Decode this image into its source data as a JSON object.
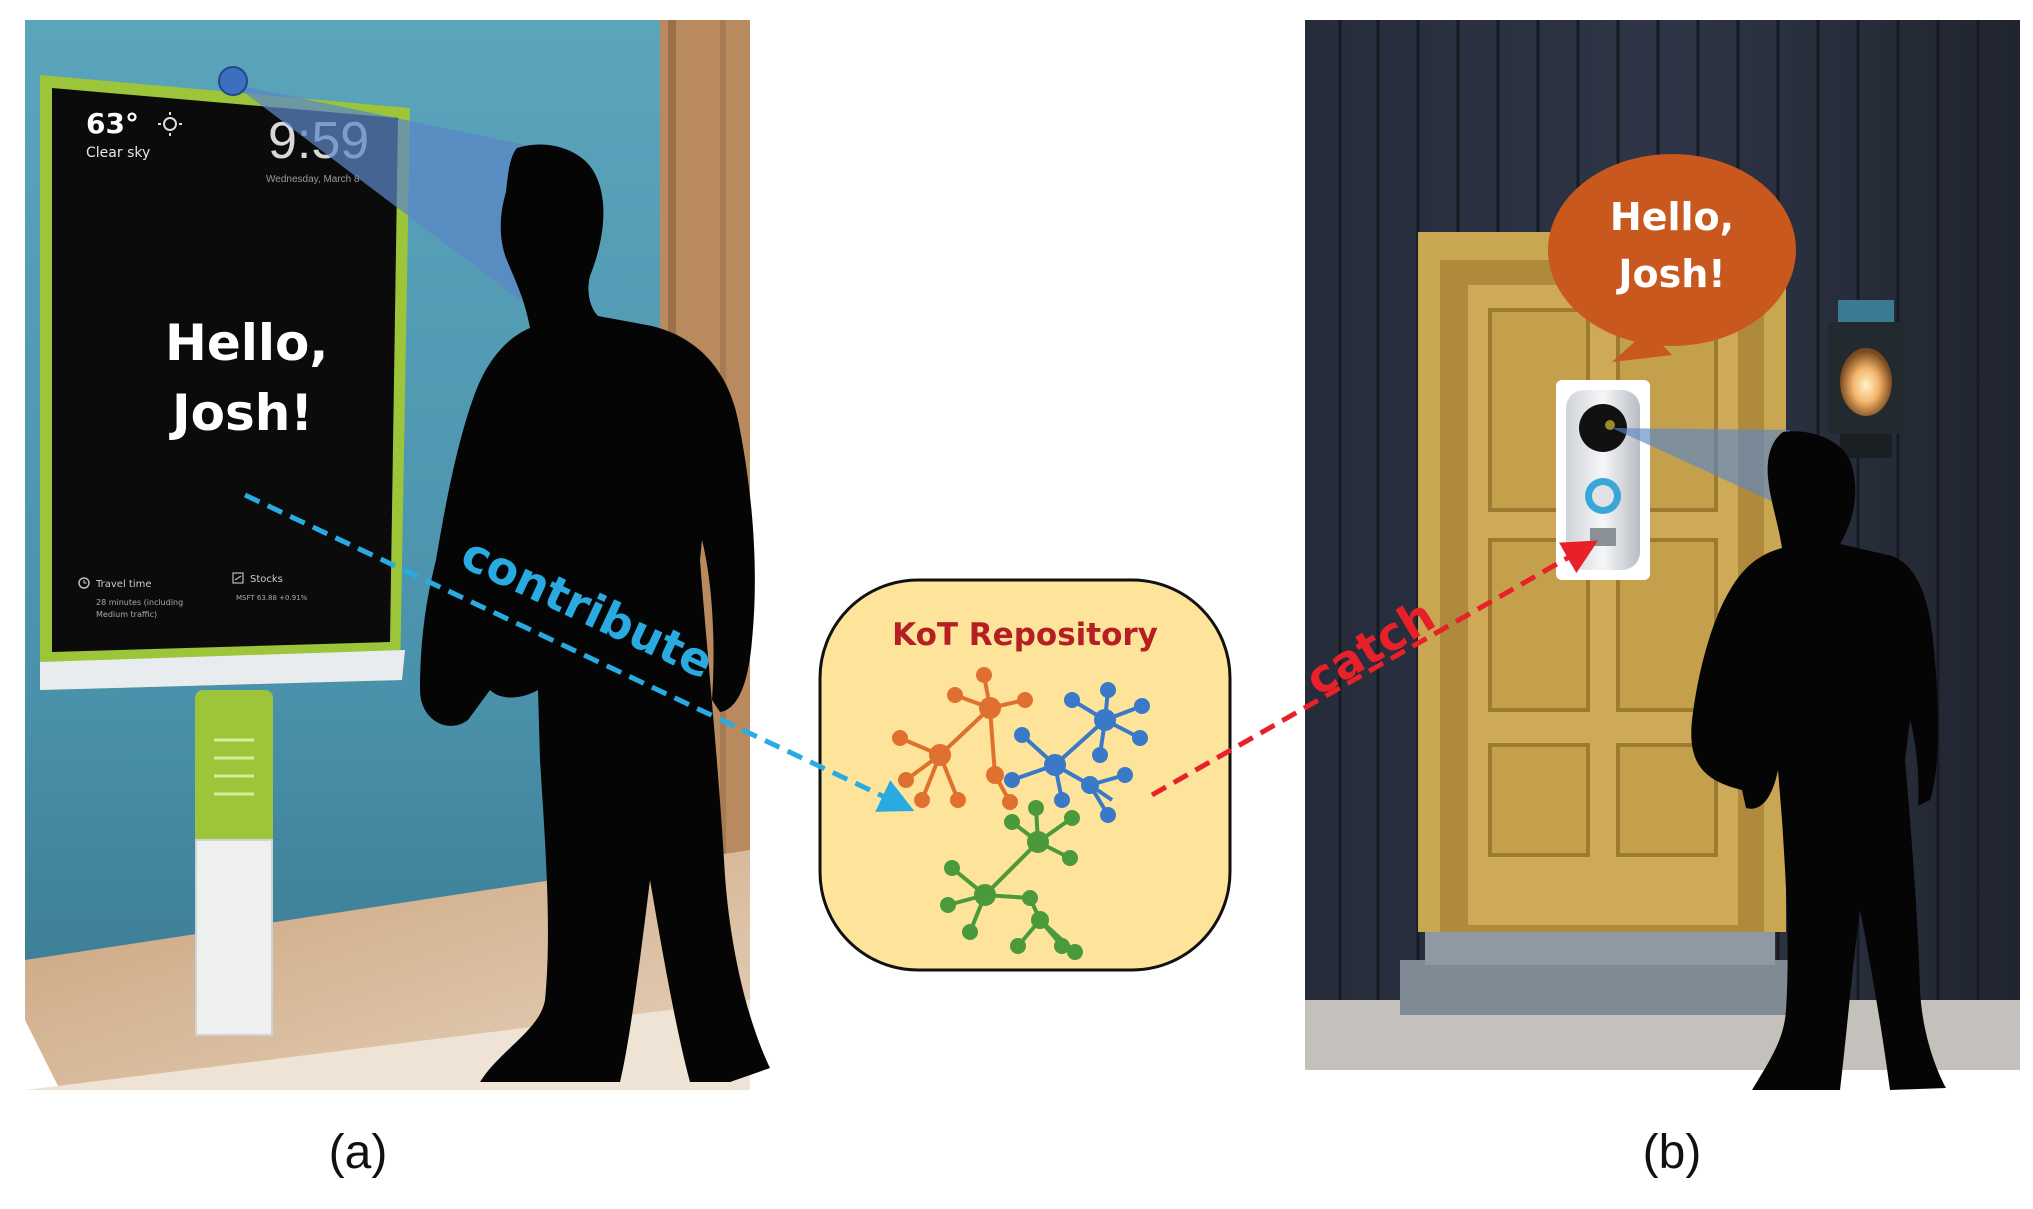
{
  "panel_a": {
    "weather_temp": "63°",
    "weather_desc": "Clear sky",
    "clock": "9:59",
    "date": "Wednesday, March 8",
    "greeting_line1": "Hello,",
    "greeting_line2": "Josh!",
    "travel_label": "Travel time",
    "travel_detail_1": "28 minutes (including",
    "travel_detail_2": "Medium traffic)",
    "stocks_label": "Stocks",
    "stocks_detail": "MSFT 63.88 +0.91%",
    "caption": "(a)"
  },
  "panel_b": {
    "greeting_line1": "Hello,",
    "greeting_line2": "Josh!",
    "caption": "(b)"
  },
  "repository": {
    "title": "KoT Repository"
  },
  "arrows": {
    "contribute": "contribute",
    "catch": "catch"
  },
  "colors": {
    "contribute_arrow": "#29abe2",
    "catch_arrow": "#e8202a",
    "repo_fill": "#fde49a",
    "repo_title": "#b51f24",
    "cluster_orange": "#e07030",
    "cluster_blue": "#3a78c8",
    "cluster_green": "#4a9a3c",
    "bubble": "#c8581e",
    "door": "#c9a651",
    "wall": "#4a9ab0"
  },
  "icons": [
    "sun-icon",
    "clock-icon",
    "stocks-icon"
  ]
}
